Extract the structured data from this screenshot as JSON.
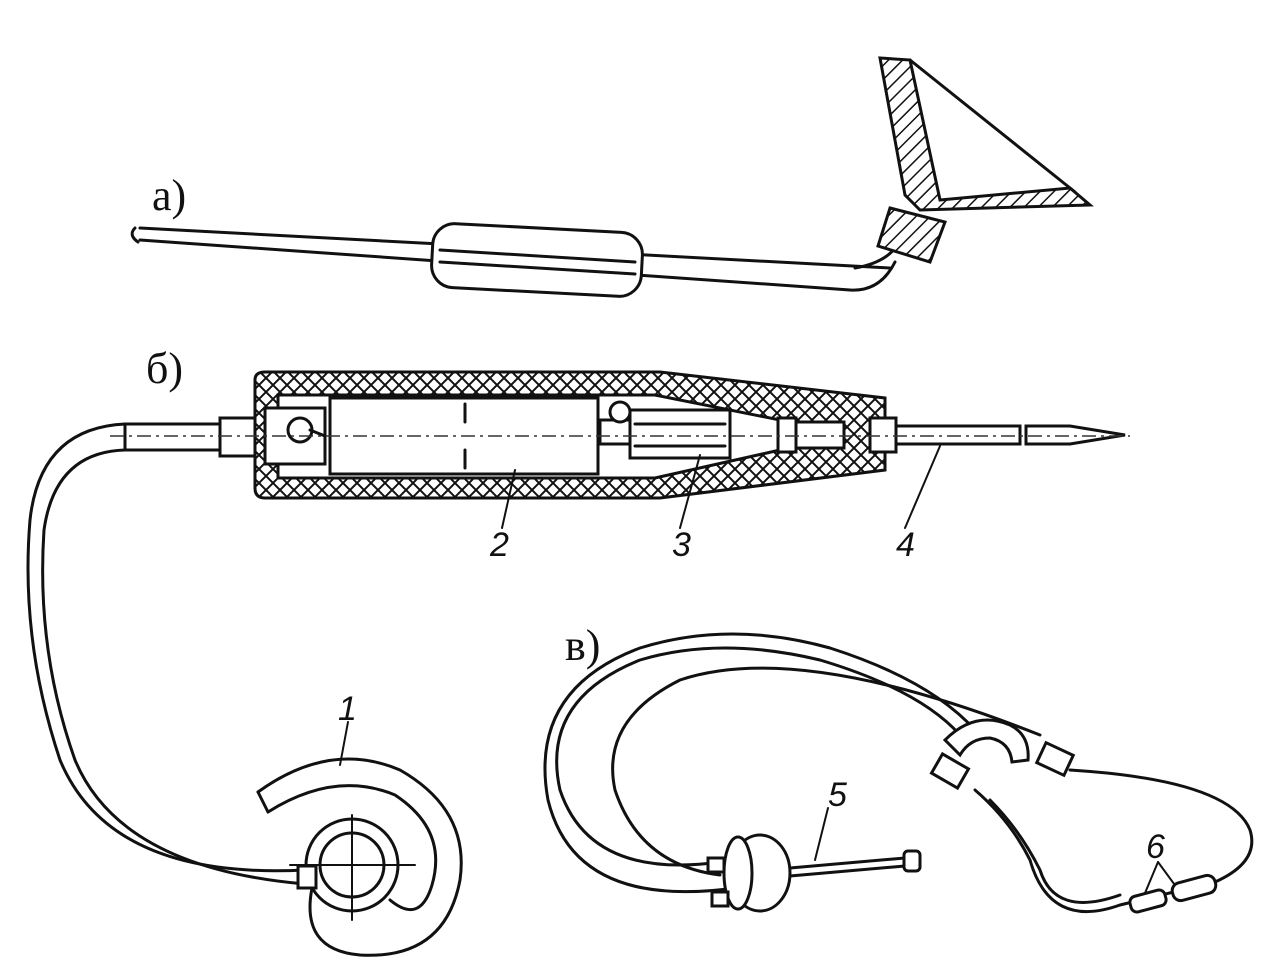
{
  "panels": {
    "a": "а)",
    "b": "б)",
    "c": "в)"
  },
  "callouts": [
    "1",
    "2",
    "3",
    "4",
    "5",
    "6"
  ],
  "colors": {
    "ink": "#111111",
    "paper": "#ffffff"
  }
}
